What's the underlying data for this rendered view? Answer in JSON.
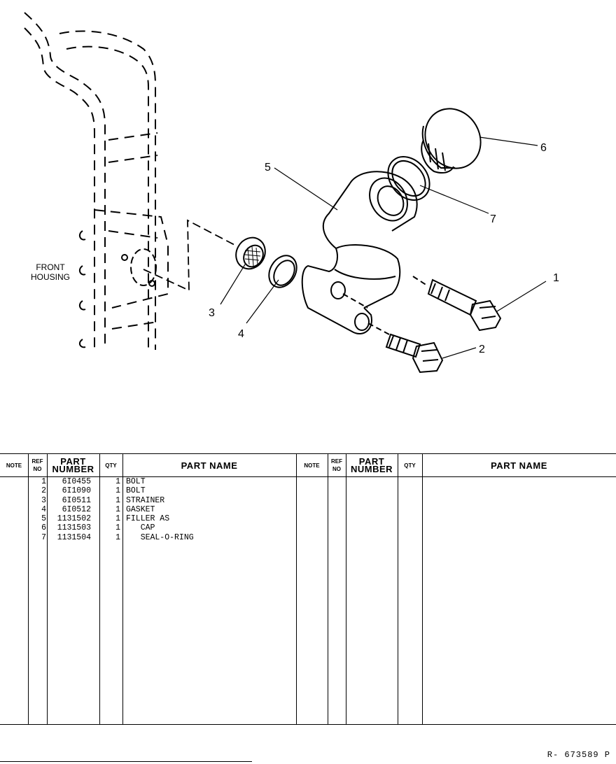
{
  "drawing": {
    "housing_label_line1": "FRONT",
    "housing_label_line2": "HOUSING",
    "callouts": [
      "1",
      "2",
      "3",
      "4",
      "5",
      "6",
      "7"
    ]
  },
  "table": {
    "headers_left": {
      "note": "NOTE",
      "ref_no_line1": "REF",
      "ref_no_line2": "NO",
      "part_number_line1": "PART",
      "part_number_line2": "NUMBER",
      "qty": "QTY",
      "part_name": "PART NAME"
    },
    "headers_right": {
      "note": "NOTE",
      "ref_no_line1": "REF",
      "ref_no_line2": "NO",
      "part_number_line1": "PART",
      "part_number_line2": "NUMBER",
      "qty": "QTY",
      "part_name": "PART NAME"
    },
    "rows": [
      {
        "ref": "1",
        "part_number": "6I0455",
        "qty": "1",
        "name": "BOLT"
      },
      {
        "ref": "2",
        "part_number": "6I1090",
        "qty": "1",
        "name": "BOLT"
      },
      {
        "ref": "3",
        "part_number": "6I0511",
        "qty": "1",
        "name": "STRAINER"
      },
      {
        "ref": "4",
        "part_number": "6I0512",
        "qty": "1",
        "name": "GASKET"
      },
      {
        "ref": "5",
        "part_number": "1131502",
        "qty": "1",
        "name": "FILLER AS"
      },
      {
        "ref": "6",
        "part_number": "1131503",
        "qty": "1",
        "name": "   CAP"
      },
      {
        "ref": "7",
        "part_number": "1131504",
        "qty": "1",
        "name": "   SEAL-O-RING"
      }
    ]
  },
  "footer": {
    "reference_code": "R- 673589 P"
  }
}
